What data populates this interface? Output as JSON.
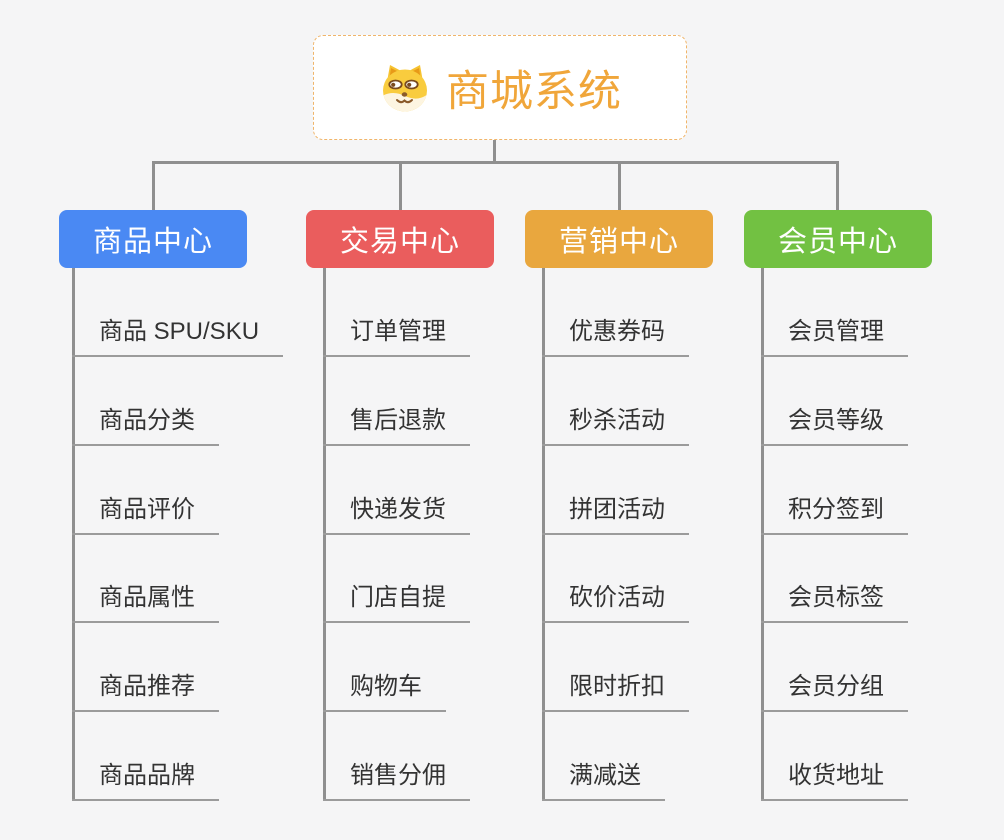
{
  "root": {
    "title": "商城系统",
    "icon": "dog-face-icon"
  },
  "style": {
    "background": "#f5f5f6",
    "connector_color": "#8f8f8f",
    "underline_color": "#9b9b9b",
    "root_text_color": "#f0a63a",
    "root_border_color": "#f0b56a"
  },
  "branches": [
    {
      "label": "商品中心",
      "color": "#4a89f3",
      "items": [
        "商品 SPU/SKU",
        "商品分类",
        "商品评价",
        "商品属性",
        "商品推荐",
        "商品品牌"
      ]
    },
    {
      "label": "交易中心",
      "color": "#ea5d5d",
      "items": [
        "订单管理",
        "售后退款",
        "快递发货",
        "门店自提",
        "购物车",
        "销售分佣"
      ]
    },
    {
      "label": "营销中心",
      "color": "#e9a73e",
      "items": [
        "优惠券码",
        "秒杀活动",
        "拼团活动",
        "砍价活动",
        "限时折扣",
        "满减送"
      ]
    },
    {
      "label": "会员中心",
      "color": "#72c142",
      "items": [
        "会员管理",
        "会员等级",
        "积分签到",
        "会员标签",
        "会员分组",
        "收货地址"
      ]
    }
  ]
}
